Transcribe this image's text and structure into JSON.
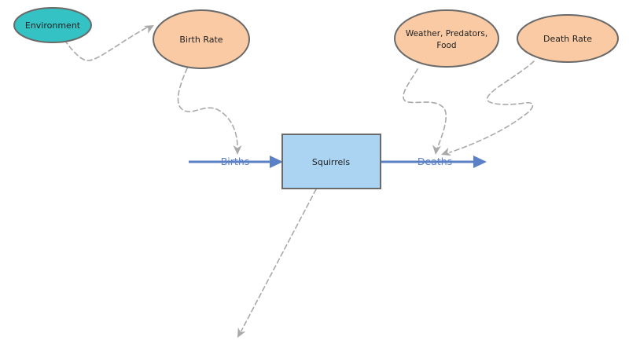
{
  "diagram": {
    "nodes": {
      "environment": {
        "label": "Environment",
        "fill": "#34C2C4"
      },
      "birth_rate": {
        "label": "Birth Rate",
        "fill": "#F9CAA4"
      },
      "weather_predators_food": {
        "label_line1": "Weather, Predators,",
        "label_line2": "Food",
        "fill": "#F9CAA4"
      },
      "death_rate": {
        "label": "Death Rate",
        "fill": "#F9CAA4"
      },
      "squirrels": {
        "label": "Squirrels",
        "fill": "#AAD4F2"
      }
    },
    "flows": {
      "births": {
        "label": "Births"
      },
      "deaths": {
        "label": "Deaths"
      }
    },
    "colors": {
      "node_border": "#6A6A6A",
      "node_text": "#1F1F1F",
      "flow_blue": "#5C80C6",
      "connector_gray": "#A9A9A9",
      "background": "#FFFFFF"
    }
  }
}
